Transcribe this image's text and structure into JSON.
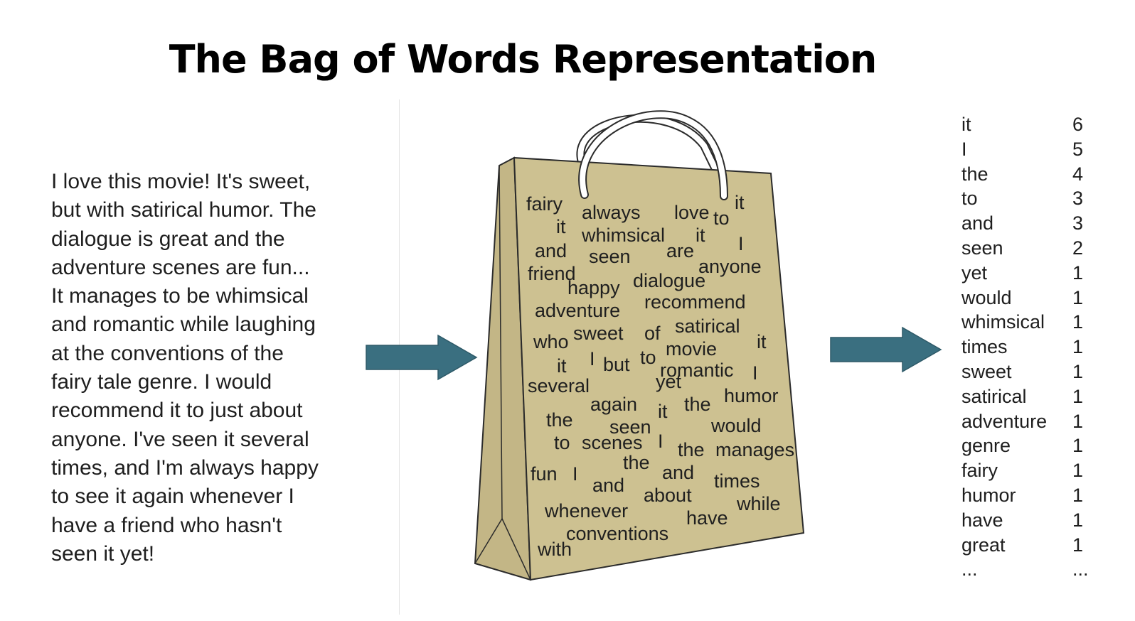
{
  "title": "The Bag of Words Representation",
  "review_lines": [
    "I love this movie! It's sweet,",
    "but with satirical humor. The",
    "dialogue is great and the",
    "adventure scenes are fun...",
    "It manages to be whimsical",
    "and romantic while laughing",
    "at the conventions of the",
    "fairy tale genre. I would",
    "recommend it to just about",
    "anyone. I've seen it several",
    "times, and I'm always happy",
    "to see it again whenever I",
    "have a friend who hasn't",
    "seen it yet!"
  ],
  "bag_words": [
    "fairy",
    "always",
    "love",
    "to",
    "it",
    "it",
    "whimsical",
    "it",
    "I",
    "and",
    "seen",
    "are",
    "anyone",
    "friend",
    "happy",
    "dialogue",
    "adventure",
    "recommend",
    "who",
    "sweet",
    "of",
    "satirical",
    "it",
    "it",
    "I",
    "but",
    "to",
    "movie",
    "romantic",
    "I",
    "several",
    "yet",
    "again",
    "the",
    "humor",
    "the",
    "it",
    "seen",
    "would",
    "to",
    "scenes",
    "I",
    "the",
    "manages",
    "fun",
    "I",
    "the",
    "and",
    "times",
    "and",
    "about",
    "while",
    "whenever",
    "have",
    "with",
    "conventions"
  ],
  "word_counts": [
    {
      "word": "it",
      "count": "6"
    },
    {
      "word": "I",
      "count": "5"
    },
    {
      "word": "the",
      "count": "4"
    },
    {
      "word": "to",
      "count": "3"
    },
    {
      "word": "and",
      "count": "3"
    },
    {
      "word": "seen",
      "count": "2"
    },
    {
      "word": "yet",
      "count": "1"
    },
    {
      "word": "would",
      "count": "1"
    },
    {
      "word": "whimsical",
      "count": "1"
    },
    {
      "word": "times",
      "count": "1"
    },
    {
      "word": "sweet",
      "count": "1"
    },
    {
      "word": "satirical",
      "count": "1"
    },
    {
      "word": "adventure",
      "count": "1"
    },
    {
      "word": "genre",
      "count": "1"
    },
    {
      "word": "fairy",
      "count": "1"
    },
    {
      "word": "humor",
      "count": "1"
    },
    {
      "word": "have",
      "count": "1"
    },
    {
      "word": "great",
      "count": "1"
    },
    {
      "word": "...",
      "count": "..."
    }
  ],
  "colors": {
    "arrow": "#3a6f80",
    "bag_fill": "#cdc191",
    "bag_side": "#c3b686",
    "bag_stroke": "#2b2b2b"
  }
}
